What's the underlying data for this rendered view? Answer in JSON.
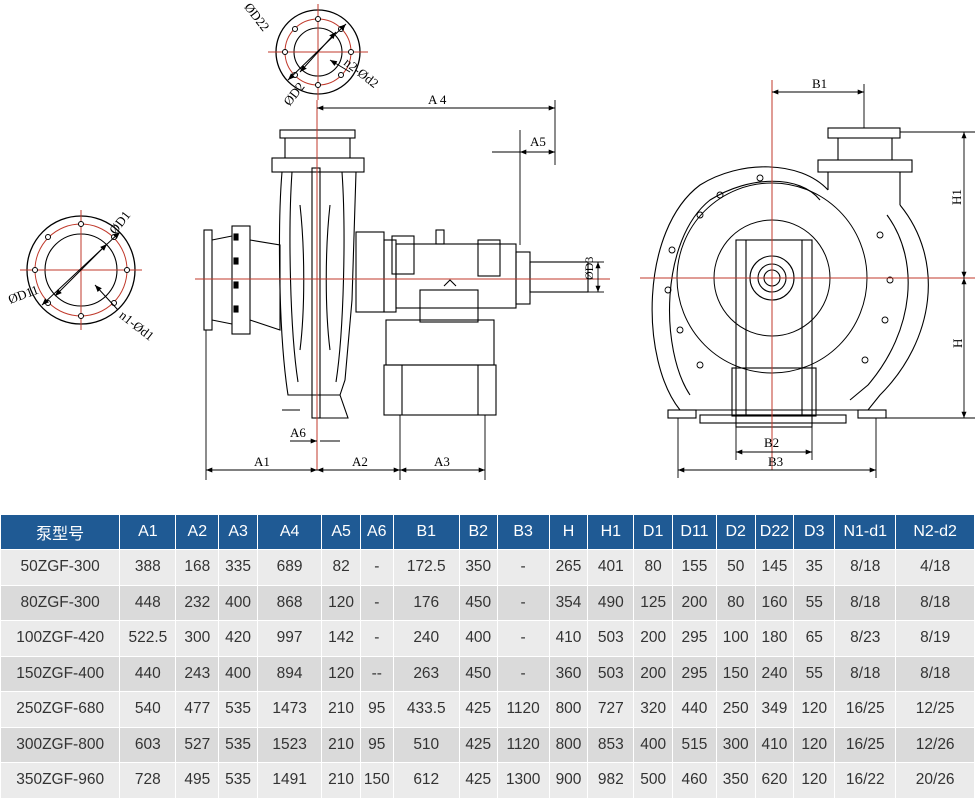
{
  "drawing": {
    "flange_top": {
      "d22": "ØD22",
      "d2": "ØD2",
      "holes": "n2-Ød2"
    },
    "flange_left": {
      "d1": "ØD1",
      "d11": "ØD11",
      "holes": "n1-Ød1"
    },
    "dims": {
      "a1": "A1",
      "a2": "A2",
      "a3": "A3",
      "a4": "A 4",
      "a5": "A5",
      "a6": "A6",
      "b1": "B1",
      "b2": "B2",
      "b3": "B3",
      "h": "H",
      "h1": "H1",
      "d3": "ØD3"
    }
  },
  "table": {
    "headers": [
      "泵型号",
      "A1",
      "A2",
      "A3",
      "A4",
      "A5",
      "A6",
      "B1",
      "B2",
      "B3",
      "H",
      "H1",
      "D1",
      "D11",
      "D2",
      "D22",
      "D3",
      "N1-d1",
      "N2-d2"
    ],
    "rows": [
      [
        "50ZGF-300",
        "388",
        "168",
        "335",
        "689",
        "82",
        "-",
        "172.5",
        "350",
        "-",
        "265",
        "401",
        "80",
        "155",
        "50",
        "145",
        "35",
        "8/18",
        "4/18"
      ],
      [
        "80ZGF-300",
        "448",
        "232",
        "400",
        "868",
        "120",
        "-",
        "176",
        "450",
        "-",
        "354",
        "490",
        "125",
        "200",
        "80",
        "160",
        "55",
        "8/18",
        "8/18"
      ],
      [
        "100ZGF-420",
        "522.5",
        "300",
        "420",
        "997",
        "142",
        "-",
        "240",
        "400",
        "-",
        "410",
        "503",
        "200",
        "295",
        "100",
        "180",
        "65",
        "8/23",
        "8/19"
      ],
      [
        "150ZGF-400",
        "440",
        "243",
        "400",
        "894",
        "120",
        "--",
        "263",
        "450",
        "-",
        "360",
        "503",
        "200",
        "295",
        "150",
        "240",
        "55",
        "8/18",
        "8/18"
      ],
      [
        "250ZGF-680",
        "540",
        "477",
        "535",
        "1473",
        "210",
        "95",
        "433.5",
        "425",
        "1120",
        "800",
        "727",
        "320",
        "440",
        "250",
        "349",
        "120",
        "16/25",
        "12/25"
      ],
      [
        "300ZGF-800",
        "603",
        "527",
        "535",
        "1523",
        "210",
        "95",
        "510",
        "425",
        "1120",
        "800",
        "853",
        "400",
        "515",
        "300",
        "410",
        "120",
        "16/25",
        "12/26"
      ],
      [
        "350ZGF-960",
        "728",
        "495",
        "535",
        "1491",
        "210",
        "150",
        "612",
        "425",
        "1300",
        "900",
        "982",
        "500",
        "460",
        "350",
        "620",
        "120",
        "16/22",
        "20/26"
      ]
    ]
  }
}
